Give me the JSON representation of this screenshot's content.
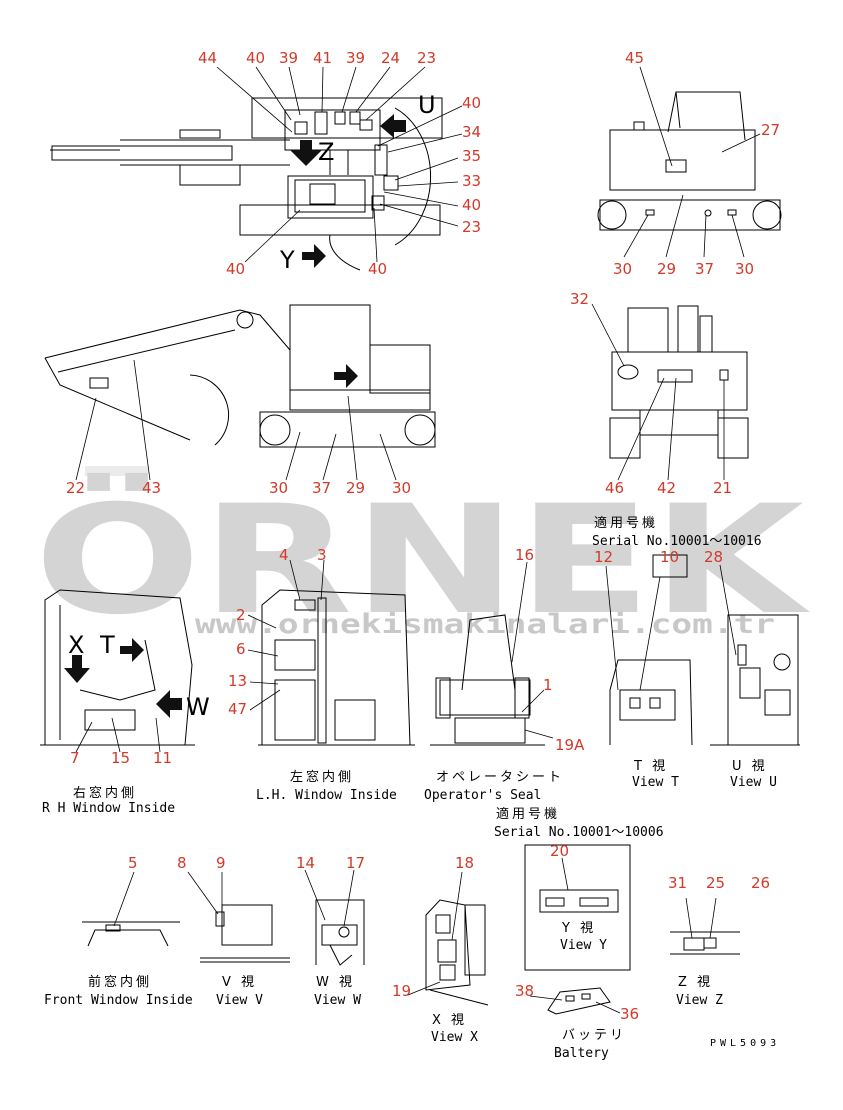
{
  "watermark": {
    "brand": "ÖRNEK",
    "url": "www.ornekismakinalari.com.tr"
  },
  "callouts": {
    "top_left": [
      "44",
      "40",
      "39",
      "41",
      "39",
      "24",
      "23",
      "40",
      "34",
      "35",
      "33",
      "40",
      "23",
      "40",
      "40"
    ],
    "top_right": [
      "45",
      "27",
      "30",
      "29",
      "37",
      "30"
    ],
    "side": [
      "22",
      "43",
      "30",
      "37",
      "29",
      "30"
    ],
    "rear": [
      "32",
      "46",
      "42",
      "21"
    ],
    "rh_window": [
      "7",
      "15",
      "11"
    ],
    "lh_window": [
      "4",
      "3",
      "2",
      "6",
      "13",
      "47"
    ],
    "seat": [
      "16",
      "1",
      "19A"
    ],
    "view_t": [
      "12",
      "10"
    ],
    "view_u": [
      "28"
    ],
    "front_window": [
      "5"
    ],
    "view_v": [
      "8",
      "9"
    ],
    "view_w": [
      "14",
      "17"
    ],
    "view_x": [
      "18",
      "19"
    ],
    "view_y": [
      "20"
    ],
    "battery": [
      "38",
      "36"
    ],
    "view_z": [
      "31",
      "25",
      "26"
    ]
  },
  "view_letters": {
    "u": "U",
    "z": "Z",
    "y": "Y",
    "v": "V",
    "x": "X",
    "t": "T",
    "w": "W"
  },
  "serial_notes": [
    {
      "jp": "適用号機",
      "en": "Serial No.10001～10016"
    },
    {
      "jp": "適用号機",
      "en": "Serial No.10001～10006"
    }
  ],
  "captions": {
    "rh_window_jp": "右窓内側",
    "rh_window_en": "R H  Window Inside",
    "lh_window_jp": "左窓内側",
    "lh_window_en": "L.H. Window Inside",
    "seat_jp": "オペレータシート",
    "seat_en": "Operator's Seal",
    "view_t_jp": "T 視",
    "view_t_en": "View T",
    "view_u_jp": "U 視",
    "view_u_en": "View U",
    "front_jp": "前窓内側",
    "front_en": "Front Window Inside",
    "view_v_jp": "V 視",
    "view_v_en": "View V",
    "view_w_jp": "W 視",
    "view_w_en": "View W",
    "view_x_jp": "X 視",
    "view_x_en": "View X",
    "view_y_jp": "Y 視",
    "view_y_en": "View Y",
    "battery_jp": "バッテリ",
    "battery_en": "Baltery",
    "view_z_jp": "Z 視",
    "view_z_en": "View Z"
  },
  "drawing_code": "PWL5093",
  "colors": {
    "callout": "#d23a2a",
    "watermark": "#d4d4d4",
    "line": "#000000"
  }
}
